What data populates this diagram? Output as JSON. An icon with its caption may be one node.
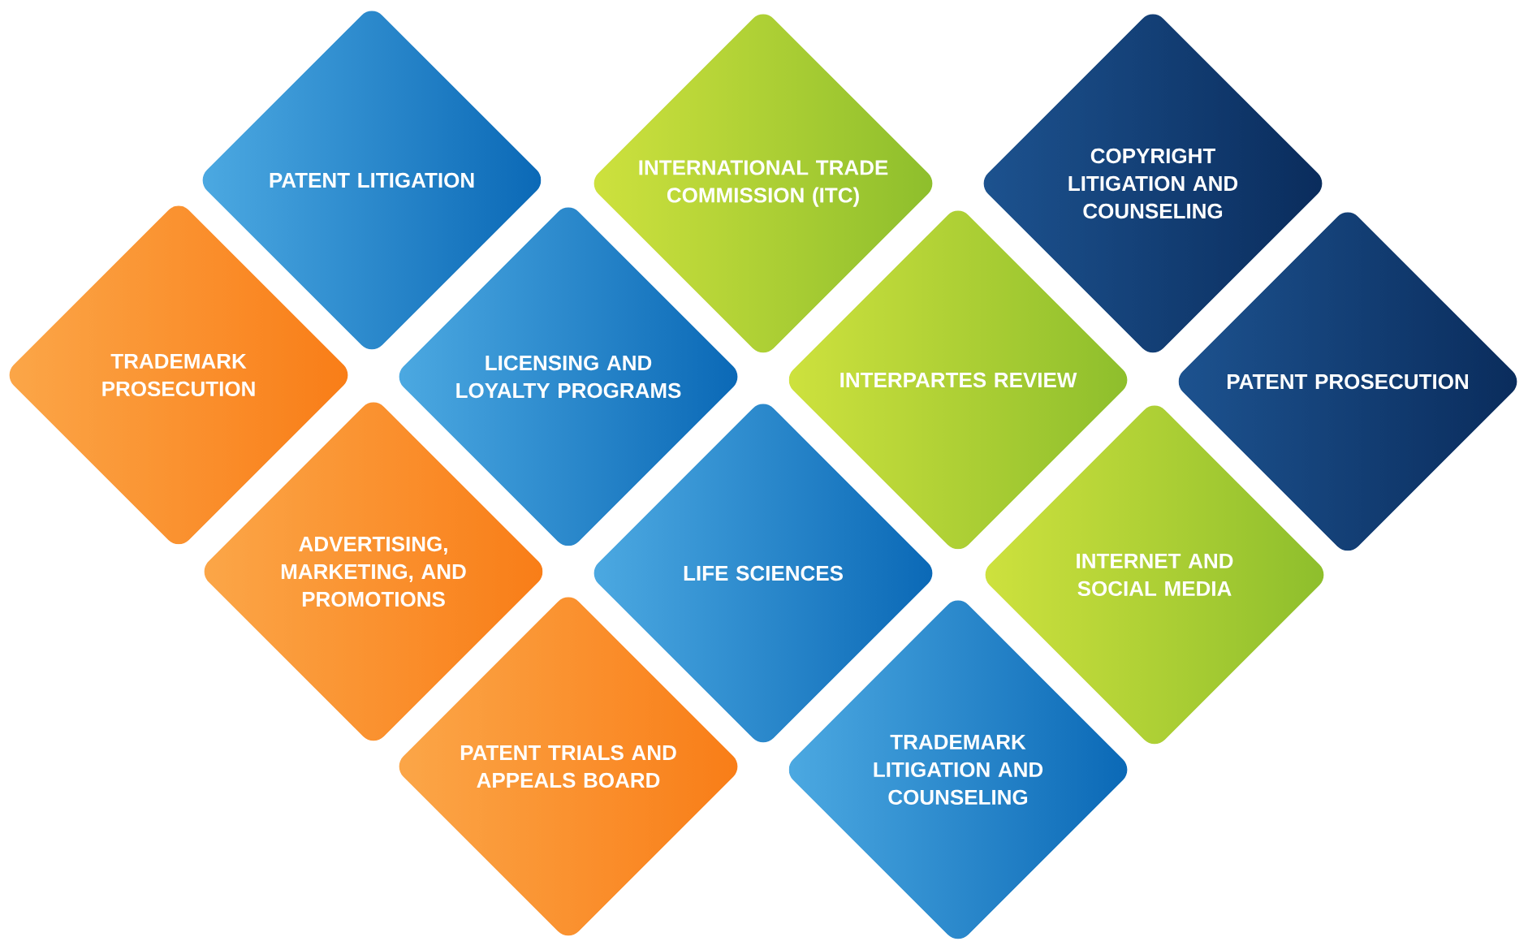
{
  "diagram": {
    "nodes": [
      {
        "text": [
          "PATENT LITIGATION"
        ]
      },
      {
        "text": [
          "INTERNATIONAL TRADE COMMISSION (ITC)"
        ]
      },
      {
        "text": [
          "COPYRIGHT LITIGATION AND COUNSELING"
        ]
      },
      {
        "text": [
          "TRADEMARK PROSECUTION"
        ]
      },
      {
        "text": [
          "LICENSING AND LOYALTY PROGRAMS"
        ]
      },
      {
        "text": [
          "INTERPARTES REVIEW"
        ]
      },
      {
        "text": [
          "PATENT PROSECUTION"
        ]
      },
      {
        "text": [
          "ADVERTISING, MARKETING, AND PROMOTIONS"
        ]
      },
      {
        "text": [
          "LIFE SCIENCES"
        ]
      },
      {
        "text": [
          "INTERNET AND SOCIAL MEDIA"
        ]
      },
      {
        "text": [
          "PATENT TRIALS AND APPEALS BOARD"
        ]
      },
      {
        "text": [
          "TRADEMARK LITIGATION AND COUNSELING"
        ]
      }
    ]
  }
}
